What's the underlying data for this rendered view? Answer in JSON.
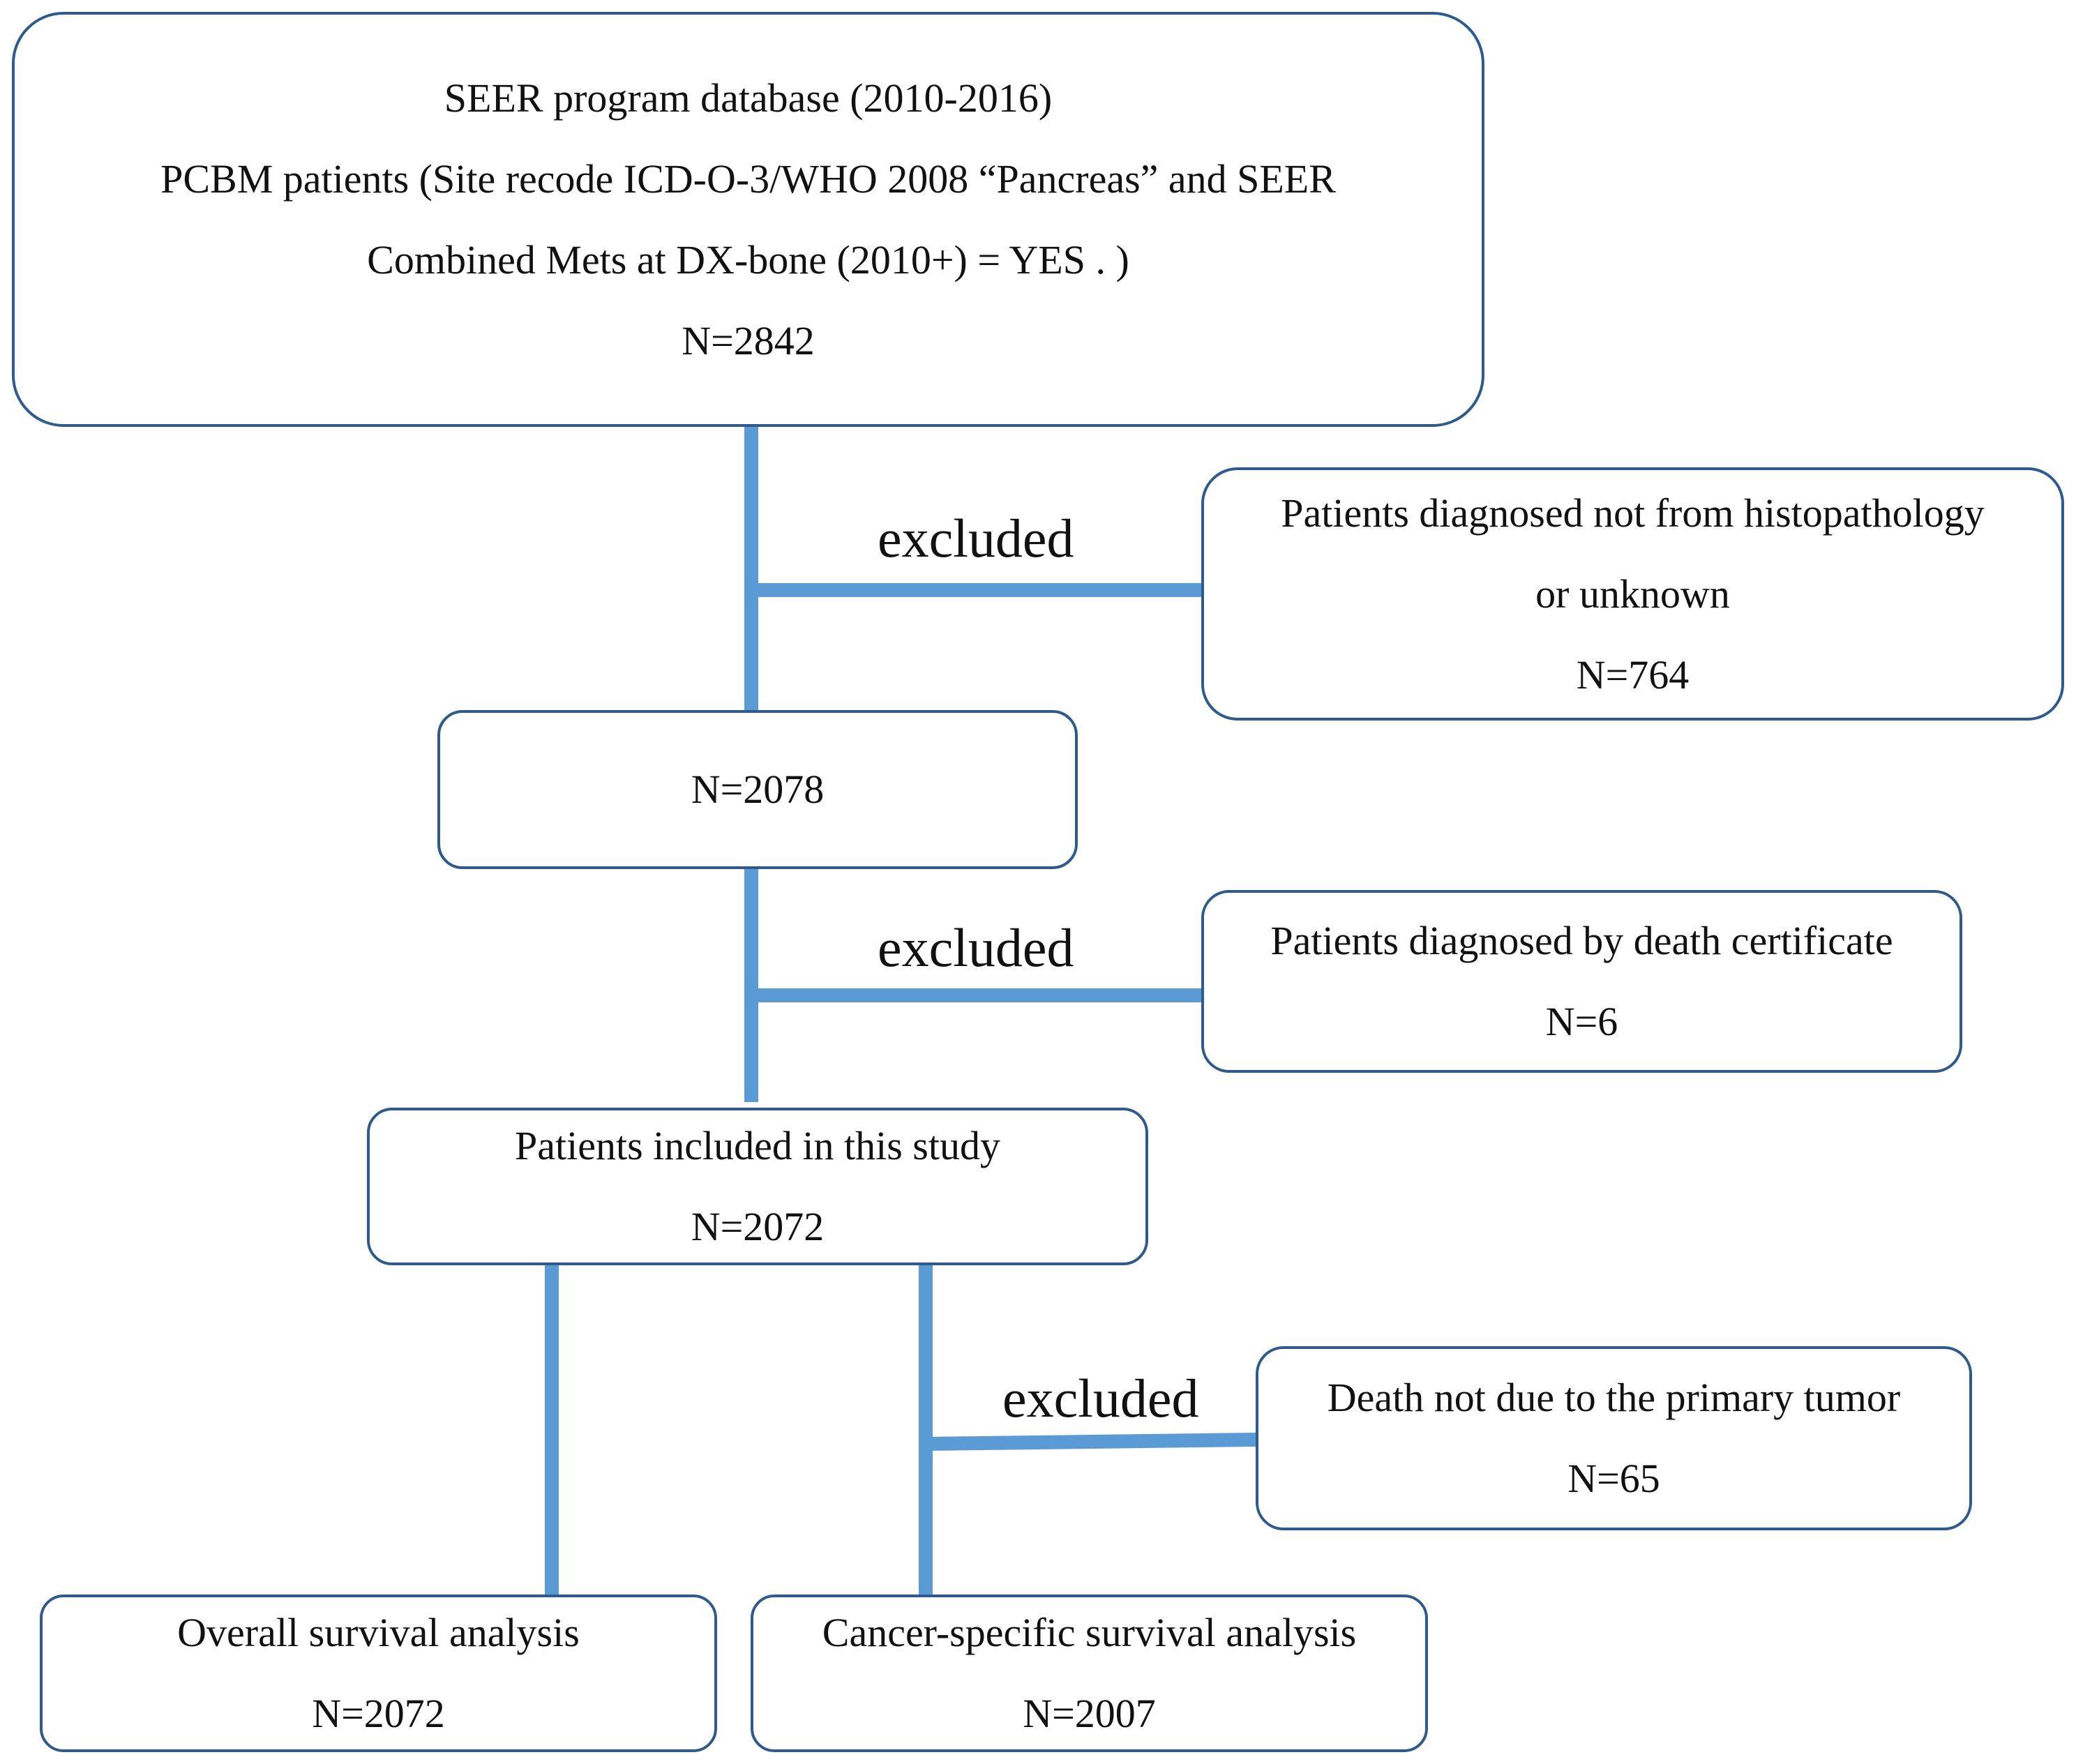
{
  "colors": {
    "border": "#2e5b8c",
    "connector": "#5b9bd5",
    "text": "#111111"
  },
  "boxes": {
    "source": {
      "line1": "SEER program database (2010-2016)",
      "line2": "PCBM patients (Site recode ICD-O-3/WHO 2008 “Pancreas” and SEER",
      "line3": "Combined Mets at DX-bone (2010+)  = YES . )",
      "count": "N=2842"
    },
    "exclusion1": {
      "line1": "Patients diagnosed not from histopathology",
      "line2": "or unknown",
      "count": "N=764"
    },
    "step1": {
      "count": "N=2078"
    },
    "exclusion2": {
      "line1": "Patients diagnosed by death certificate",
      "count": "N=6"
    },
    "included": {
      "line1": "Patients included in this study",
      "count": "N=2072"
    },
    "exclusion3": {
      "line1": "Death not due to the primary tumor",
      "count": "N=65"
    },
    "overall": {
      "line1": "Overall survival  analysis",
      "count": "N=2072"
    },
    "cancer_specific": {
      "line1": "Cancer-specific survival  analysis",
      "count": "N=2007"
    }
  },
  "labels": {
    "excluded1": "excluded",
    "excluded2": "excluded",
    "excluded3": "excluded"
  }
}
